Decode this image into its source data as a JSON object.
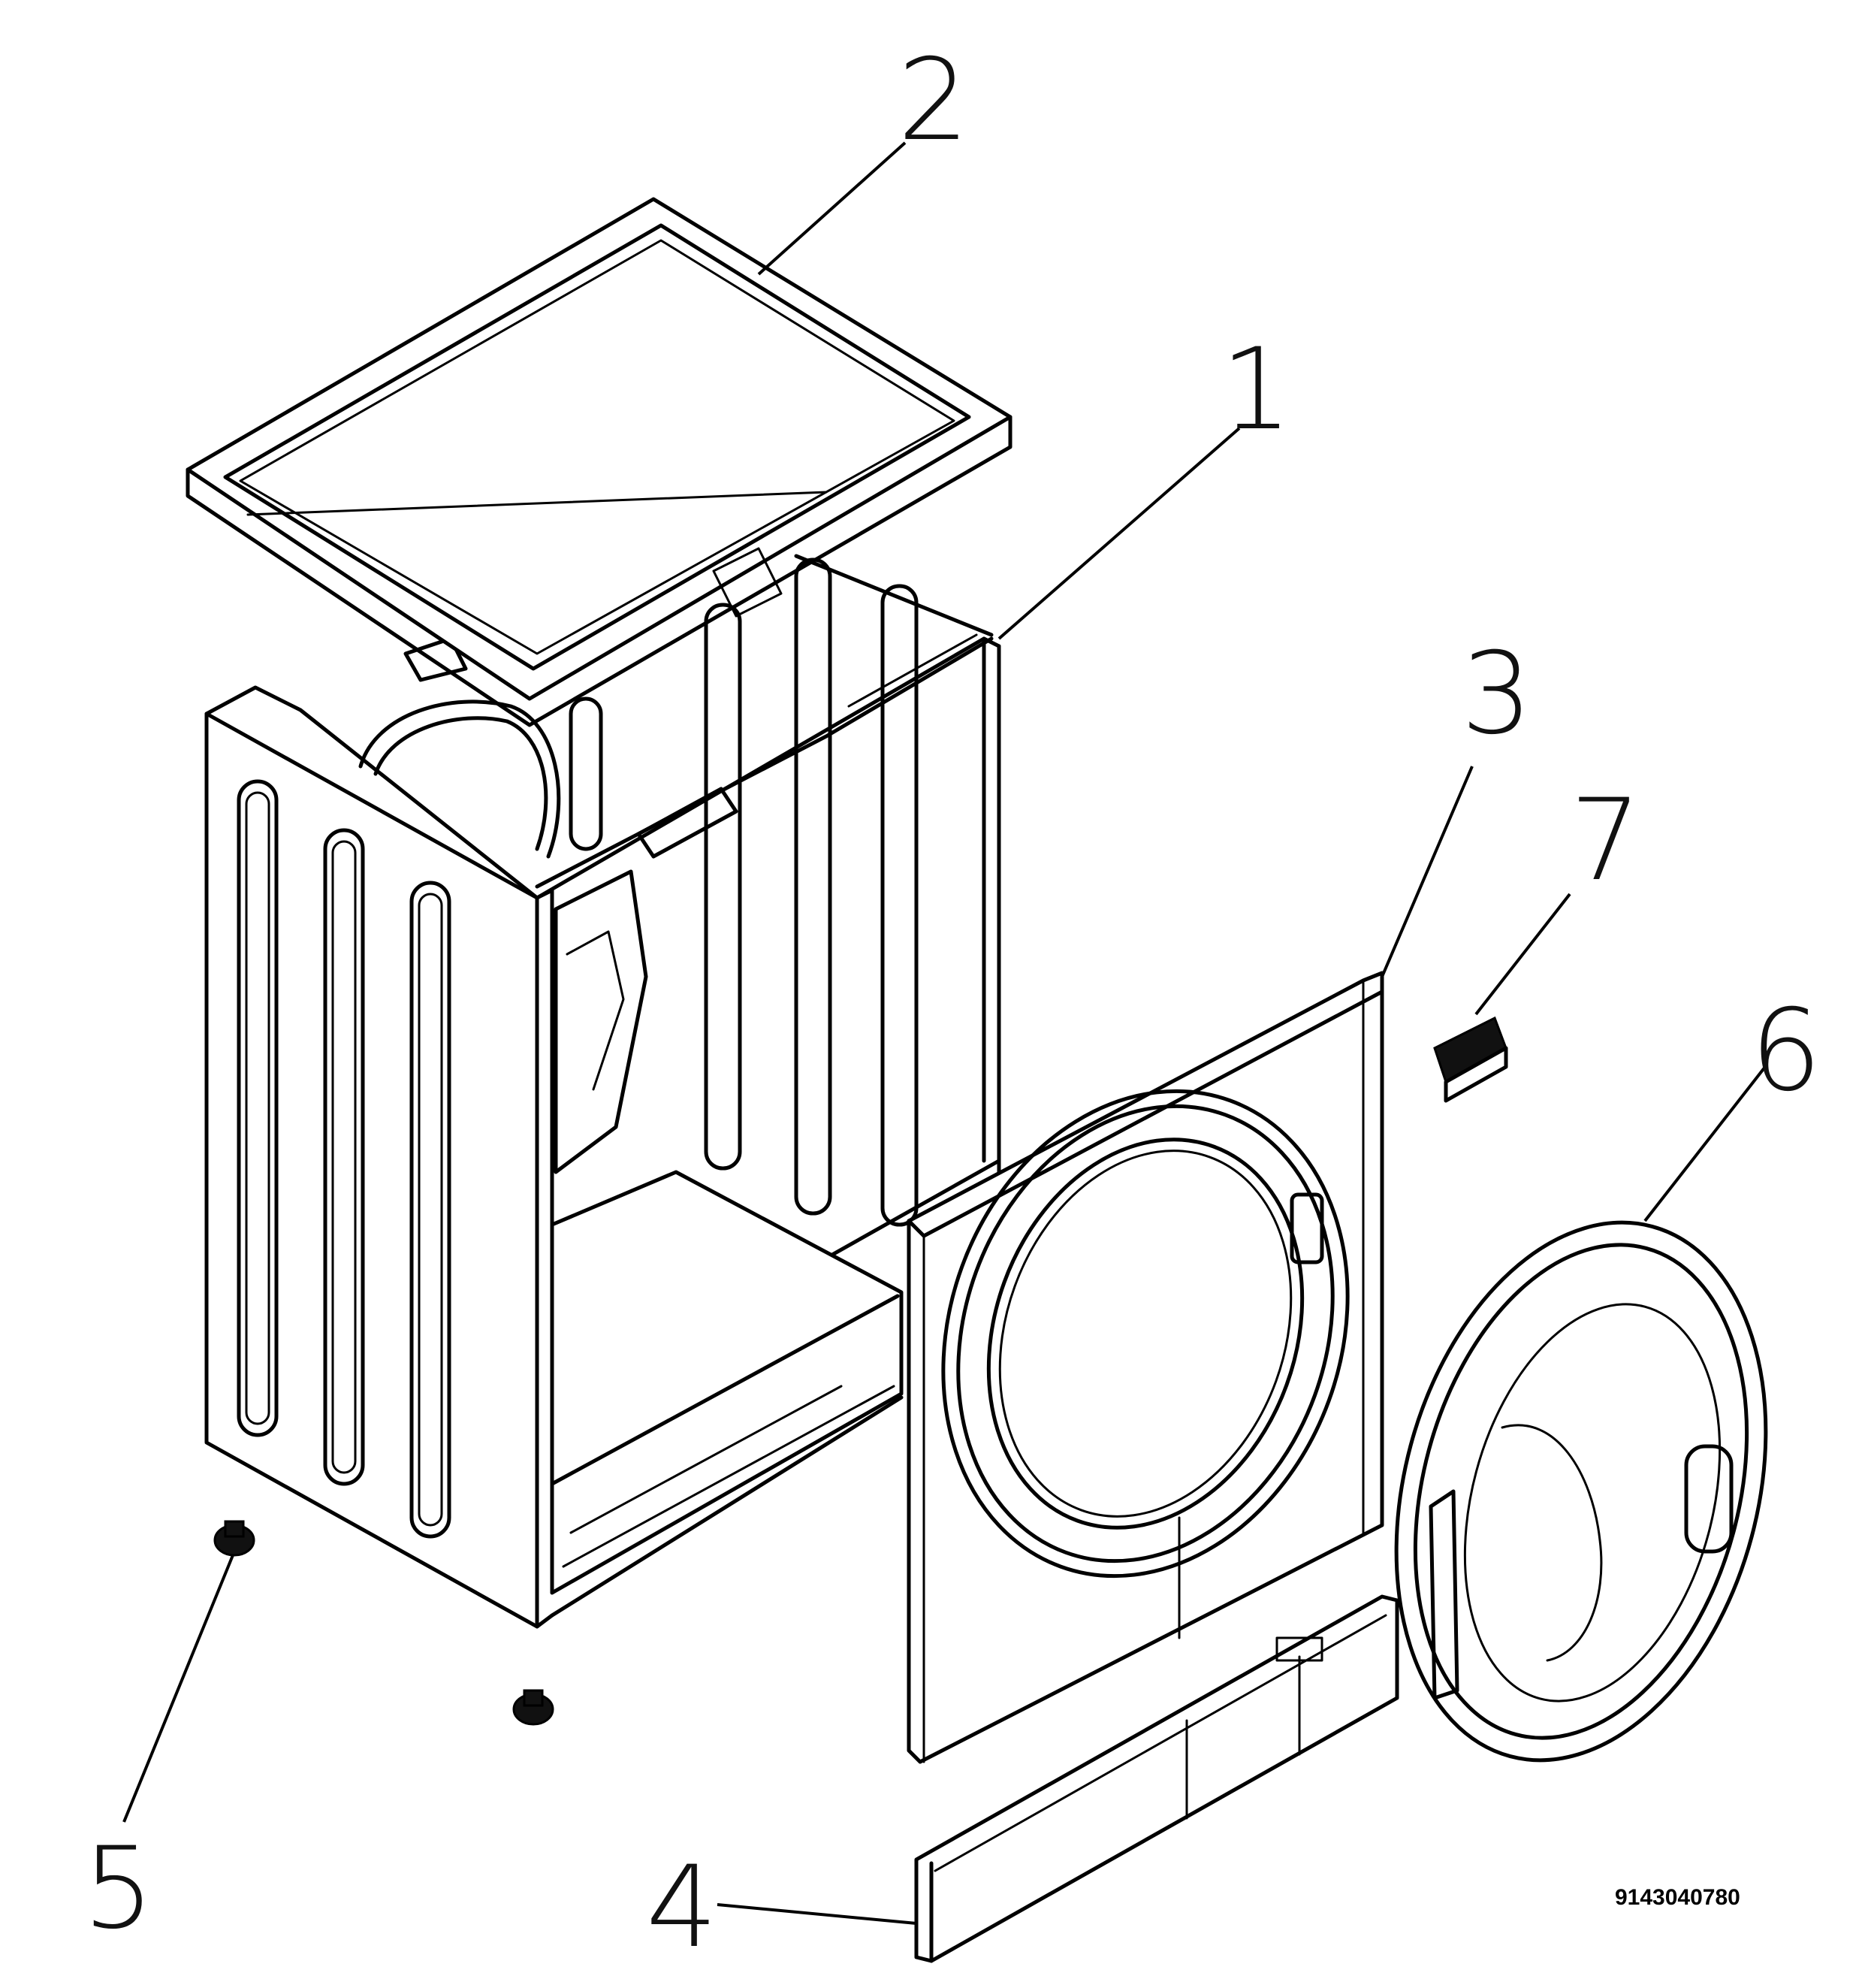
{
  "callouts": [
    {
      "id": "1",
      "label": "1"
    },
    {
      "id": "2",
      "label": "2"
    },
    {
      "id": "3",
      "label": "3"
    },
    {
      "id": "4",
      "label": "4"
    },
    {
      "id": "5",
      "label": "5"
    },
    {
      "id": "6",
      "label": "6"
    },
    {
      "id": "7",
      "label": "7"
    }
  ],
  "part_code": "9143040780"
}
